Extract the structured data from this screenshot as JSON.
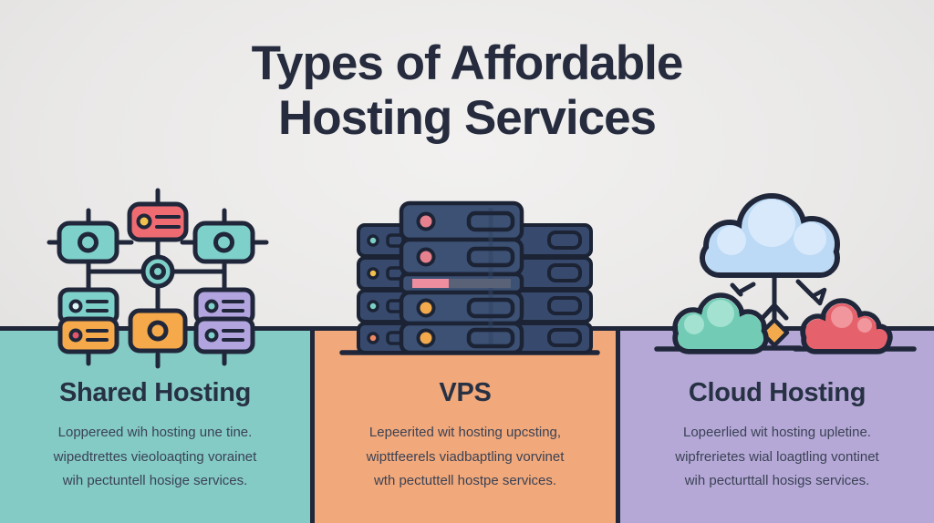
{
  "title": {
    "line1": "Types of Affordable",
    "line2": "Hosting Services"
  },
  "panels": [
    {
      "heading": "Shared Hosting",
      "body": [
        "Loppereed wih hosting une tine.",
        "wipedtrettes vieoloaqting vorainet",
        "wih pectuntell hosige services."
      ],
      "color": "#84cac5",
      "illustration": "shared-hosting-network-diagram"
    },
    {
      "heading": "VPS",
      "body": [
        "Lepeerited wit hosting upcsting,",
        "wipttfeerels viadbaptling vorvinet",
        "wth pectuttell hostpe services."
      ],
      "color": "#f1a87a",
      "illustration": "vps-server-stack"
    },
    {
      "heading": "Cloud Hosting",
      "body": [
        "Lopeerlied wit hosting upletine.",
        "wipfrerietes wial loagtling vontinet",
        "wih pecturttall hosigs services."
      ],
      "color": "#b5a8d7",
      "illustration": "cloud-hosting-clouds"
    }
  ],
  "colors": {
    "background": "#e9e8e7",
    "outline": "#20273a",
    "title_text": "#262c3e",
    "panel_teal": "#84cac5",
    "panel_orange": "#f1a87a",
    "panel_purple": "#b5a8d7",
    "accent_teal": "#7ed0ca",
    "accent_red": "#ee6b71",
    "accent_orange": "#f5a94b",
    "accent_purple": "#b2a4de",
    "accent_yellow": "#f2c14b",
    "server_navy": "#3c5174",
    "cloud_blue": "#bcdaf5"
  }
}
